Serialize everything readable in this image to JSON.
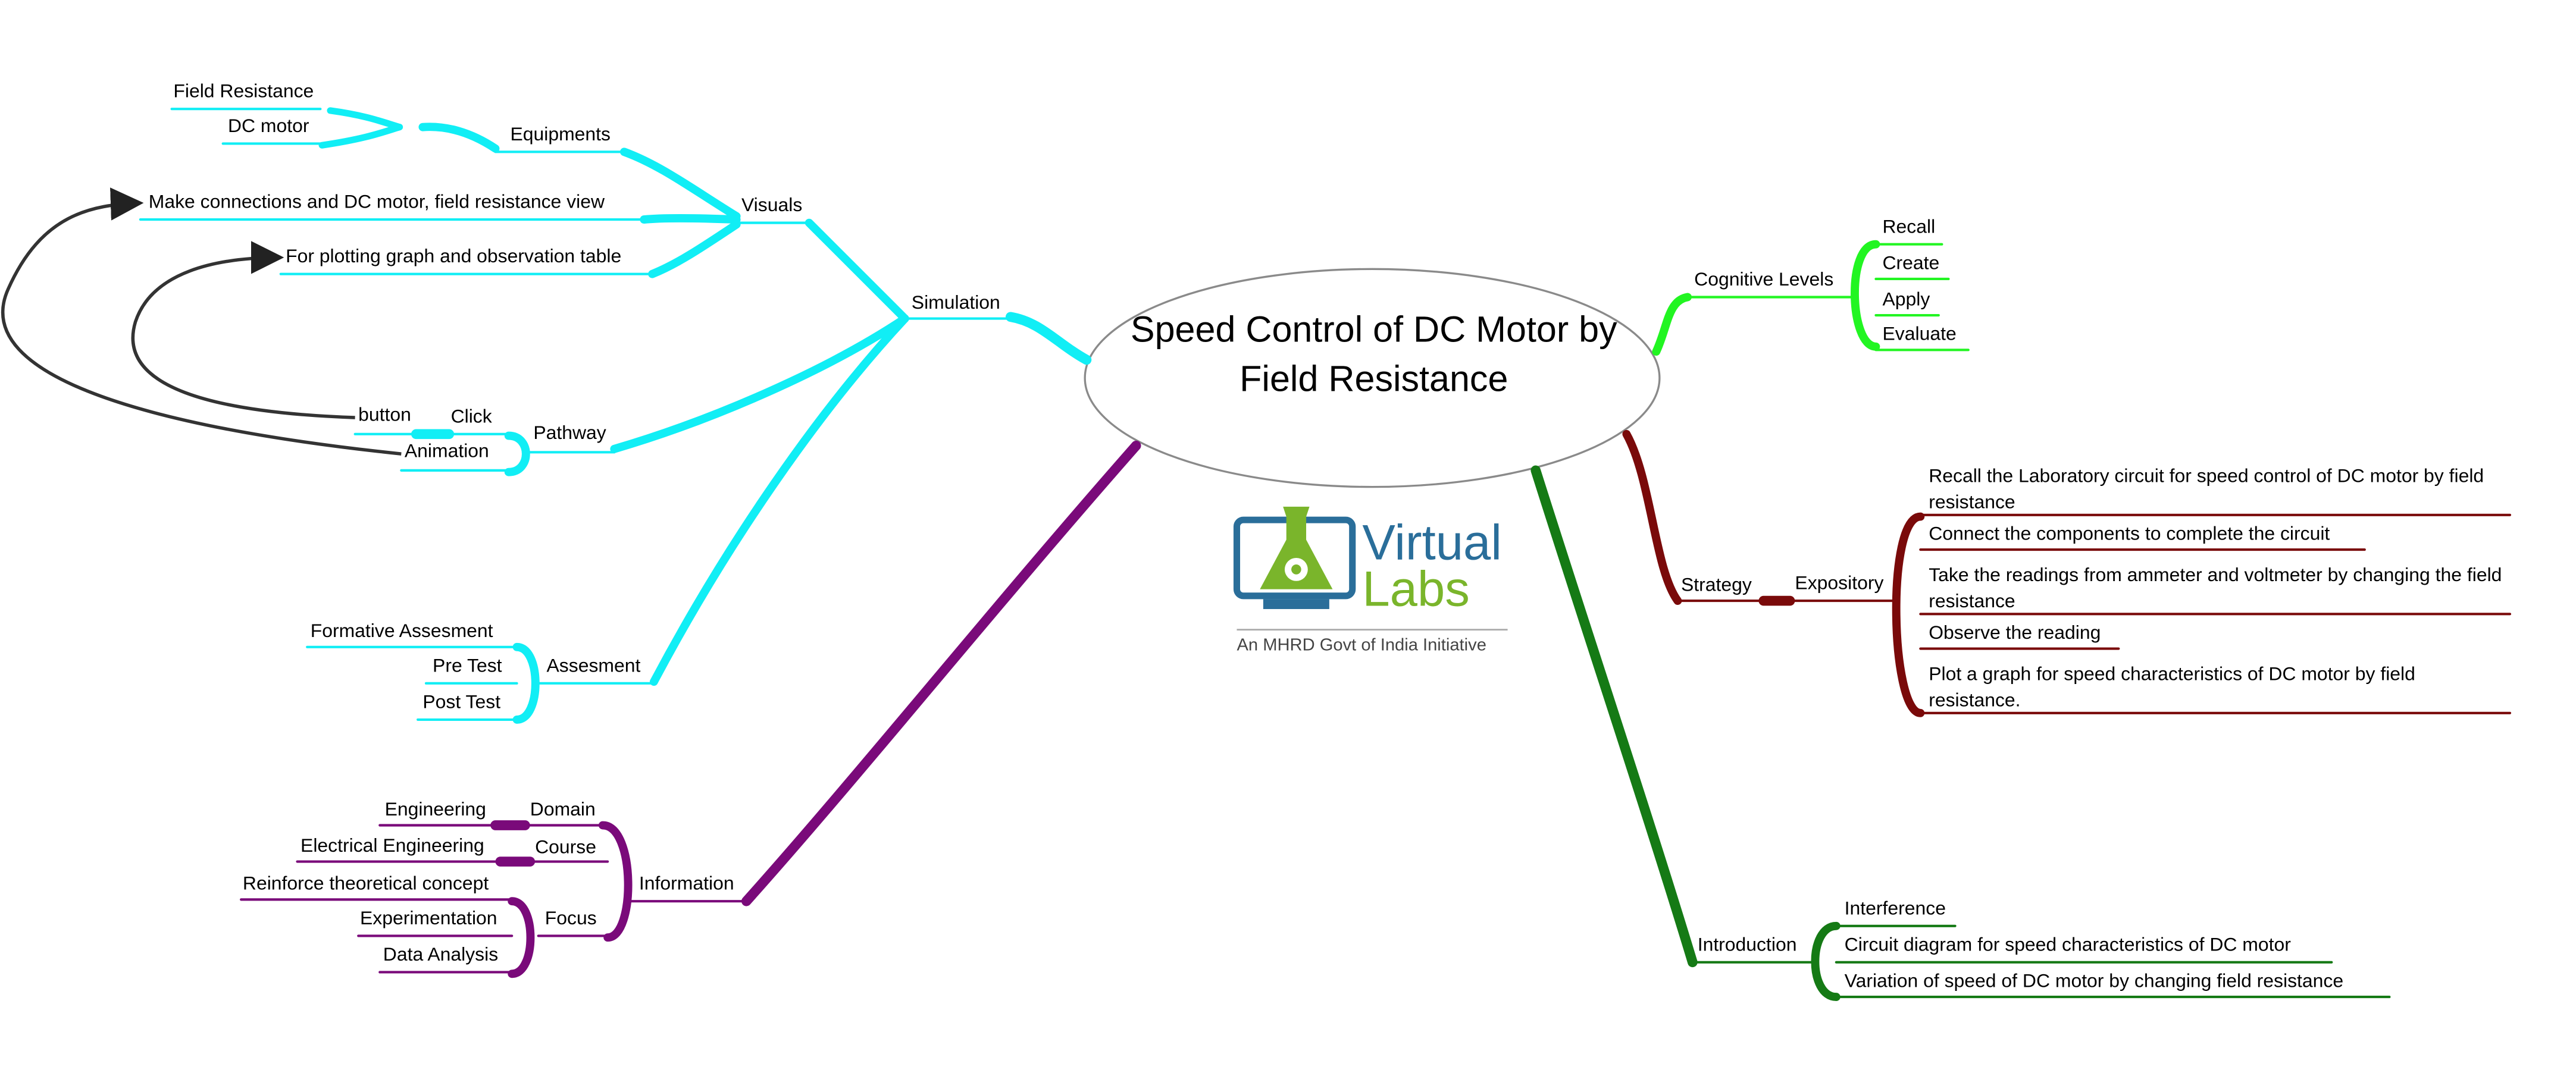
{
  "center": {
    "title": "Speed Control of DC Motor by Field Resistance"
  },
  "logo": {
    "word1": "Virtual",
    "word2": "Labs",
    "tagline": "An MHRD Govt of India Initiative"
  },
  "colors": {
    "simulation": "#11eef5",
    "information": "#7a0a7a",
    "introduction": "#157a15",
    "strategy": "#7a0a0a",
    "cognitive": "#22f522",
    "arrow": "#333333"
  },
  "simulation": {
    "label": "Simulation",
    "visuals": {
      "label": "Visuals",
      "equipments": {
        "label": "Equipments",
        "items": [
          "Field Resistance",
          "DC motor"
        ]
      },
      "items": [
        "Make connections and DC motor, field resistance view",
        "For plotting graph and observation table"
      ]
    },
    "pathway": {
      "label": "Pathway",
      "click": "Click",
      "button": "button",
      "animation": "Animation"
    },
    "assesment": {
      "label": "Assesment",
      "items": [
        "Formative Assesment",
        "Pre Test",
        "Post Test"
      ]
    }
  },
  "information": {
    "label": "Information",
    "domain": {
      "label": "Domain",
      "value": "Engineering"
    },
    "course": {
      "label": "Course",
      "value": "Electrical Engineering"
    },
    "focus": {
      "label": "Focus",
      "items": [
        "Reinforce theoretical concept",
        "Experimentation",
        "Data Analysis"
      ]
    }
  },
  "cognitive": {
    "label": "Cognitive Levels",
    "items": [
      "Recall",
      "Create",
      "Apply",
      "Evaluate"
    ]
  },
  "strategy": {
    "label": "Strategy",
    "expository": {
      "label": "Expository",
      "items": [
        "Recall the Laboratory circuit for speed control of DC motor by field resistance",
        "Connect the components to complete the circuit",
        "Take the readings from ammeter and voltmeter by changing the field resistance",
        "Observe the reading",
        "Plot a graph for speed characteristics of DC motor by field resistance."
      ]
    }
  },
  "introduction": {
    "label": "Introduction",
    "items": [
      "Interference",
      "Circuit diagram for speed characteristics of DC motor",
      "Variation of speed of DC motor by changing field resistance"
    ]
  }
}
